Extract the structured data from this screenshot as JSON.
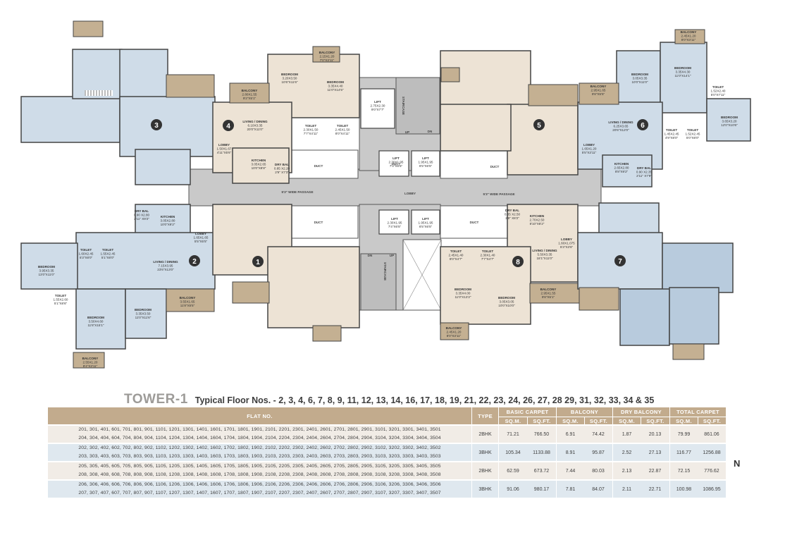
{
  "plan": {
    "units": [
      "1",
      "2",
      "3",
      "4",
      "5",
      "6",
      "7",
      "8"
    ],
    "rooms": {
      "u4_balcony": {
        "name": "BALCONY",
        "dim": "2.80X1.55",
        "ft": "9'2\"X5'1\""
      },
      "u4_bed1": {
        "name": "BEDROOM",
        "dim": "3.20X3.50",
        "ft": "10'6\"X11'6\""
      },
      "u4_balc2": {
        "name": "BALCONY",
        "dim": "2.15X1.20",
        "ft": "7'0\"X3'11\""
      },
      "u4_bed2": {
        "name": "BEDROOM",
        "dim": "3.35X4.40",
        "ft": "11'0\"X14'5\""
      },
      "u4_living": {
        "name": "LIVING / DINING",
        "dim": "6.10X3.35",
        "ft": "20'0\"X11'0\""
      },
      "u4_toilet1": {
        "name": "TOILET",
        "dim": "2.30X1.50",
        "ft": "7'7\"X4'11\""
      },
      "u4_toilet2": {
        "name": "TOILET",
        "dim": "2.45X1.50",
        "ft": "8'0\"X4'11\""
      },
      "u4_lobby": {
        "name": "LOBBY",
        "dim": "1.50X1.67",
        "ft": "4'11\"X5'6\""
      },
      "u4_kitchen": {
        "name": "KITCHEN",
        "dim": "3.05X2.65",
        "ft": "10'0\"X8'8\""
      },
      "u4_drybal": {
        "name": "DRY BAL",
        "dim": "0.85 X2.20",
        "ft": "2'9\" X7'3\""
      },
      "lift_top": {
        "name": "LIFT",
        "dim": "2.75X2.30",
        "ft": "9'0\"X7'7\""
      },
      "u6_balcony": {
        "name": "BALCONY",
        "dim": "2.95X1.65",
        "ft": "9'8\"X5'5\""
      },
      "u6_bed1": {
        "name": "BEDROOM",
        "dim": "3.05X3.35",
        "ft": "10'0\"X11'0\""
      },
      "u6_balc2": {
        "name": "BALCONY",
        "dim": "2.45X1.20",
        "ft": "8'0\"X3'11\""
      },
      "u6_bed2": {
        "name": "BEDROOM",
        "dim": "3.35X4.30",
        "ft": "11'0\"X14'1\""
      },
      "u6_toilet1": {
        "name": "TOILET",
        "dim": "1.52X2.40",
        "ft": "5'0\"X7'11\""
      },
      "u6_living": {
        "name": "LIVING / DINING",
        "dim": "6.25X3.65",
        "ft": "20'6\"X12'0\""
      },
      "u6_toilet2": {
        "name": "TOILET",
        "dim": "1.45X2.45",
        "ft": "4'9\"X8'0\""
      },
      "u6_toilet3": {
        "name": "TOILET",
        "dim": "1.52X2.45",
        "ft": "5'0\"X8'0\""
      },
      "u6_bed3": {
        "name": "BEDROOM",
        "dim": "3.65X3.20",
        "ft": "12'0\"X10'6\""
      },
      "u6_lobby": {
        "name": "LOBBY",
        "dim": "1.65X1.20",
        "ft": "5'5\"X3'11\""
      },
      "u6_kitchen": {
        "name": "KITCHEN",
        "dim": "2.65X2.80",
        "ft": "8'8\"X9'2\""
      },
      "u6_drybal": {
        "name": "DRY BAL",
        "dim": "0.90 X2.35",
        "ft": "2'11\" X7'9\""
      },
      "u2_drybal": {
        "name": "DRY BAL",
        "dim": "0.90 X2.80",
        "ft": "2'11\" X9'2\""
      },
      "u2_kitchen": {
        "name": "KITCHEN",
        "dim": "3.05X2.80",
        "ft": "10'0\"X9'2\""
      },
      "u2_lobby": {
        "name": "LOBBY",
        "dim": "1.65X1.65",
        "ft": "5'5\"X5'5\""
      },
      "u2_toilet1": {
        "name": "TOILET",
        "dim": "1.60X2.45",
        "ft": "5'3\"X8'0\""
      },
      "u2_toilet2": {
        "name": "TOILET",
        "dim": "1.55X2.45",
        "ft": "5'1\"X8'0\""
      },
      "u2_living": {
        "name": "LIVING / DINING",
        "dim": "7.15X3.95",
        "ft": "23'6\"X13'0\""
      },
      "u2_bed1": {
        "name": "BEDROOM",
        "dim": "3.95X3.35",
        "ft": "13'0\"X11'0\""
      },
      "u2_toilet3": {
        "name": "TOILET",
        "dim": "1.55X2.60",
        "ft": "5'1\"X8'6\""
      },
      "u2_balcony": {
        "name": "BALCONY",
        "dim": "3.55X1.65",
        "ft": "11'8\"X5'5\""
      },
      "u2_bed2": {
        "name": "BEDROOM",
        "dim": "3.50X4.60",
        "ft": "11'6\"X15'1\""
      },
      "u2_bed3": {
        "name": "BEDROOM",
        "dim": "3.35X3.50",
        "ft": "11'0\"X11'6\""
      },
      "u2_balc2": {
        "name": "BALCONY",
        "dim": "2.55X1.20",
        "ft": "8'4\"X3'11\""
      },
      "lift_b1": {
        "name": "LIFT",
        "dim": "2.30X1.95",
        "ft": "7'4\"X6'5\""
      },
      "lift_b2": {
        "name": "LIFT",
        "dim": "1.95X1.95",
        "ft": "6'5\"X6'5\""
      },
      "lift_t2": {
        "name": "LIFT",
        "dim": "2.30X1.95",
        "ft": "7'4\"X6'5\""
      },
      "lift_t3": {
        "name": "LIFT",
        "dim": "1.95X1.95",
        "ft": "6'5\"X6'5\""
      },
      "u8_drybal": {
        "name": "DRY BAL",
        "dim": "0.85 X2.50",
        "ft": "2'9\" X8'2\""
      },
      "u8_kitchen": {
        "name": "KITCHEN",
        "dim": "2.70X2.50",
        "ft": "8'10\"X8'2\""
      },
      "u8_lobby": {
        "name": "LOBBY",
        "dim": "1.60X1.075",
        "ft": "5'3\"X3'6\""
      },
      "u8_toilet1": {
        "name": "TOILET",
        "dim": "2.45X1.40",
        "ft": "8'0\"X4'7\""
      },
      "u8_toilet2": {
        "name": "TOILET",
        "dim": "2.30X1.40",
        "ft": "7'7\"X4'7\""
      },
      "u8_living": {
        "name": "LIVING / DINING",
        "dim": "5.50X3.35",
        "ft": "18'1\"X11'0\""
      },
      "u8_bed1": {
        "name": "BEDROOM",
        "dim": "3.35X4.00",
        "ft": "11'0\"X13'2\""
      },
      "u8_bed2": {
        "name": "BEDROOM",
        "dim": "3.05X3.05",
        "ft": "10'0\"X10'0\""
      },
      "u8_balcony": {
        "name": "BALCONY",
        "dim": "2.95X1.55",
        "ft": "9'8\"X5'1\""
      },
      "u8_balc2": {
        "name": "BALCONY",
        "dim": "2.45X1.20",
        "ft": "8'0\"X3'11\""
      }
    },
    "labels": {
      "duct": "DUCT",
      "lobby": "LOBBY",
      "passage": "5'3\" WIDE PASSAGE",
      "staircase": "STAIRCASE",
      "up": "UP",
      "dn": "DN"
    }
  },
  "heading": {
    "tower": "TOWER-1",
    "floors": "Typical Floor Nos. - 2, 3, 4, 6, 7, 8, 9, 11, 12, 13, 14, 16, 17, 18, 19, 21, 22, 23, 24, 26, 27, 28 29, 31, 32, 33, 34 & 35"
  },
  "table": {
    "headers": {
      "flat_no": "FLAT NO.",
      "type": "TYPE",
      "basic_carpet": "BASIC CARPET",
      "balcony": "BALCONY",
      "dry_balcony": "DRY BALCONY",
      "total_carpet": "TOTAL CARPET",
      "sqm": "SQ.M.",
      "sqft": "SQ.FT."
    },
    "rows": [
      {
        "flats_1": "201, 301, 401, 601, 701, 801, 901, 1101, 1201, 1301, 1401, 1601, 1701, 1801, 1901, 2101, 2201, 2301, 2401, 2601, 2701, 2801, 2901, 3101, 3201, 3301, 3401, 3501",
        "flats_2": "204, 304, 404, 604, 704, 804, 904, 1104, 1204, 1304, 1404, 1604, 1704, 1804, 1904, 2104, 2204, 2304, 2404, 2604, 2704, 2804, 2904, 3104, 3204, 3304, 3404, 3504",
        "type": "2BHK",
        "bc_sqm": "71.21",
        "bc_sqft": "766.50",
        "b_sqm": "6.91",
        "b_sqft": "74.42",
        "db_sqm": "1.87",
        "db_sqft": "20.13",
        "tc_sqm": "79.99",
        "tc_sqft": "861.06"
      },
      {
        "flats_1": "202, 302, 402, 602, 702, 802, 902, 1102, 1202, 1302, 1402, 1602, 1702, 1802, 1902, 2102, 2202, 2302, 2402, 2602, 2702, 2802, 2902, 3102, 3202, 3302, 3402, 3502",
        "flats_2": "203, 303, 403, 603, 703, 803, 903, 1103, 1203, 1303, 1403, 1603, 1703, 1803, 1903, 2103, 2203, 2303, 2403, 2603, 2703, 2803, 2903, 3103, 3203, 3303, 3403, 3503",
        "type": "3BHK",
        "bc_sqm": "105.34",
        "bc_sqft": "1133.88",
        "b_sqm": "8.91",
        "b_sqft": "95.87",
        "db_sqm": "2.52",
        "db_sqft": "27.13",
        "tc_sqm": "116.77",
        "tc_sqft": "1256.88"
      },
      {
        "flats_1": "205, 305, 405, 605, 705, 805, 905, 1105, 1205, 1305, 1405, 1605, 1705, 1805, 1905, 2105, 2205, 2305, 2405, 2605, 2705, 2805, 2905, 3105, 3205, 3305, 3405, 3505",
        "flats_2": "208, 308, 408, 608, 708, 808, 908, 1108, 1208, 1308, 1408, 1608, 1708, 1808, 1908, 2108, 2208, 2308, 2408, 2608, 2708, 2808, 2908, 3108, 3208, 3308, 3408, 3508",
        "type": "2BHK",
        "bc_sqm": "62.59",
        "bc_sqft": "673.72",
        "b_sqm": "7.44",
        "b_sqft": "80.03",
        "db_sqm": "2.13",
        "db_sqft": "22.87",
        "tc_sqm": "72.15",
        "tc_sqft": "776.62"
      },
      {
        "flats_1": "206, 306, 406, 606, 706, 806, 906, 1106, 1206, 1306, 1406, 1606, 1706, 1806, 1906, 2106, 2206, 2306, 2406, 2606, 2706, 2806, 2906, 3106, 3206, 3306, 3406, 3506",
        "flats_2": "207, 307, 407, 607, 707, 807, 907, 1107, 1207, 1307, 1407, 1607, 1707, 1807, 1907, 2107, 2207, 2307, 2407, 2607, 2707, 2807, 2907, 3107, 3207, 3307, 3407, 3507",
        "type": "3BHK",
        "bc_sqm": "91.06",
        "bc_sqft": "980.17",
        "b_sqm": "7.81",
        "b_sqft": "84.07",
        "db_sqm": "2.11",
        "db_sqft": "22.71",
        "tc_sqm": "100.98",
        "tc_sqft": "1086.95"
      }
    ]
  },
  "north": "N",
  "colors": {
    "warm": "#ede3d5",
    "cool": "#cfdce8",
    "cool_dark": "#b8cbdd",
    "core": "#c9c9c9",
    "balcony": "#c4b092",
    "header": "#c2ab8d",
    "row_warm": "#f1ece6",
    "row_cool": "#dfe8ef"
  }
}
